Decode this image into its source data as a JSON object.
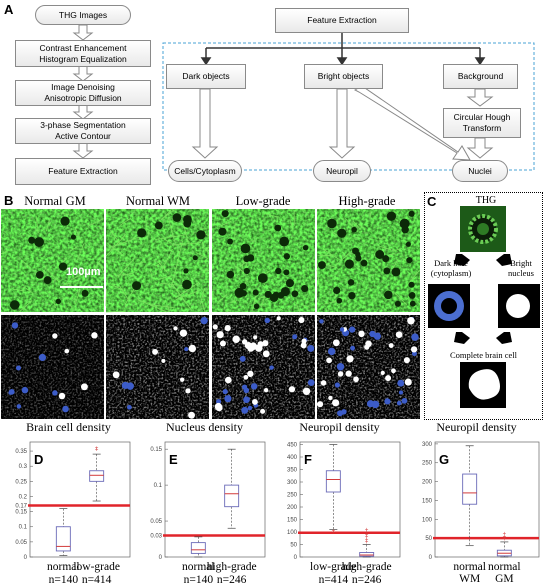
{
  "panel_a": {
    "label": "A",
    "pipeline": [
      {
        "line1": "THG Images",
        "line2": ""
      },
      {
        "line1": "Contrast Enhancement",
        "line2": "Histogram Equalization"
      },
      {
        "line1": "Image Denoising",
        "line2": "Anisotropic Diffusion"
      },
      {
        "line1": "3-phase Segmentation",
        "line2": "Active Contour"
      },
      {
        "line1": "Feature Extraction",
        "line2": ""
      }
    ],
    "feature_extraction": "Feature Extraction",
    "categories": [
      "Dark objects",
      "Bright objects",
      "Background"
    ],
    "hough": {
      "line1": "Circular Hough",
      "line2": "Transform"
    },
    "outputs": [
      "Cells/Cytoplasm",
      "Neuropil",
      "Nuclei"
    ]
  },
  "panel_b": {
    "label": "B",
    "columns": [
      "Normal GM",
      "Normal WM",
      "Low-grade",
      "High-grade"
    ],
    "scale_bar": "100µm"
  },
  "panel_c": {
    "label": "C",
    "thg": "THG",
    "dark_hole": {
      "line1": "Dark hole",
      "line2": "(cytoplasm)"
    },
    "bright_nucleus": {
      "line1": "Bright",
      "line2": "nucleus"
    },
    "complete": "Complete brain cell"
  },
  "boxplots": [
    {
      "label": "D",
      "title": "Brain cell density",
      "chart_data": {
        "type": "box",
        "ylim": [
          0,
          0.38
        ],
        "yticks": [
          "0",
          "0.05",
          "0.1",
          "0.15",
          "0.17",
          "0.2",
          "0.25",
          "0.3",
          "0.35"
        ],
        "threshold": 0.17,
        "groups": [
          {
            "name": "normal",
            "n": "n=140",
            "whislo": 0.005,
            "q1": 0.02,
            "med": 0.035,
            "q3": 0.1,
            "whishi": 0.16,
            "outliers": []
          },
          {
            "name": "low-grade",
            "n": "n=414",
            "whislo": 0.185,
            "q1": 0.25,
            "med": 0.27,
            "q3": 0.285,
            "whishi": 0.34,
            "outliers": [
              0.355,
              0.36
            ]
          }
        ]
      }
    },
    {
      "label": "E",
      "title": "Nucleus density",
      "chart_data": {
        "type": "box",
        "ylim": [
          0,
          0.16
        ],
        "yticks": [
          "0",
          "0.03",
          "0.05",
          "0.1",
          "0.15"
        ],
        "threshold": 0.03,
        "groups": [
          {
            "name": "normal",
            "n": "n=140",
            "whislo": 0.0,
            "q1": 0.005,
            "med": 0.01,
            "q3": 0.02,
            "whishi": 0.028,
            "outliers": []
          },
          {
            "name": "high-grade",
            "n": "n=246",
            "whislo": 0.04,
            "q1": 0.07,
            "med": 0.088,
            "q3": 0.1,
            "whishi": 0.15,
            "outliers": []
          }
        ]
      }
    },
    {
      "label": "F",
      "title": "Neuropil density",
      "chart_data": {
        "type": "box",
        "ylim": [
          0,
          460
        ],
        "yticks": [
          "0",
          "50",
          "100",
          "150",
          "200",
          "250",
          "300",
          "350",
          "400",
          "450"
        ],
        "threshold": 97,
        "groups": [
          {
            "name": "low-grade",
            "n": "n=414",
            "whislo": 110,
            "q1": 260,
            "med": 310,
            "q3": 345,
            "whishi": 450,
            "outliers": [
              100,
              105
            ]
          },
          {
            "name": "high-grade",
            "n": "n=246",
            "whislo": 0,
            "q1": 3,
            "med": 8,
            "q3": 18,
            "whishi": 50,
            "outliers": [
              60,
              70,
              80,
              90,
              100,
              110
            ]
          }
        ]
      }
    },
    {
      "label": "G",
      "title": "Neuropil density",
      "chart_data": {
        "type": "box",
        "ylim": [
          0,
          305
        ],
        "yticks": [
          "0",
          "50",
          "100",
          "150",
          "200",
          "250",
          "300"
        ],
        "threshold": 50,
        "groups": [
          {
            "name": "normal\nWM",
            "n": "",
            "whislo": 30,
            "q1": 140,
            "med": 170,
            "q3": 220,
            "whishi": 295,
            "outliers": []
          },
          {
            "name": "normal\nGM",
            "n": "",
            "whislo": 0,
            "q1": 3,
            "med": 10,
            "q3": 18,
            "whishi": 40,
            "outliers": [
              48,
              55,
              62
            ]
          }
        ]
      }
    }
  ],
  "colors": {
    "box": "#6a6ab8",
    "median": "#d23b3b",
    "threshold": "#e0242a",
    "whisker": "#444444",
    "outlier": "#d23b3b",
    "flow_border": "#8a8a8a",
    "dashed": "#4aa3d6"
  }
}
